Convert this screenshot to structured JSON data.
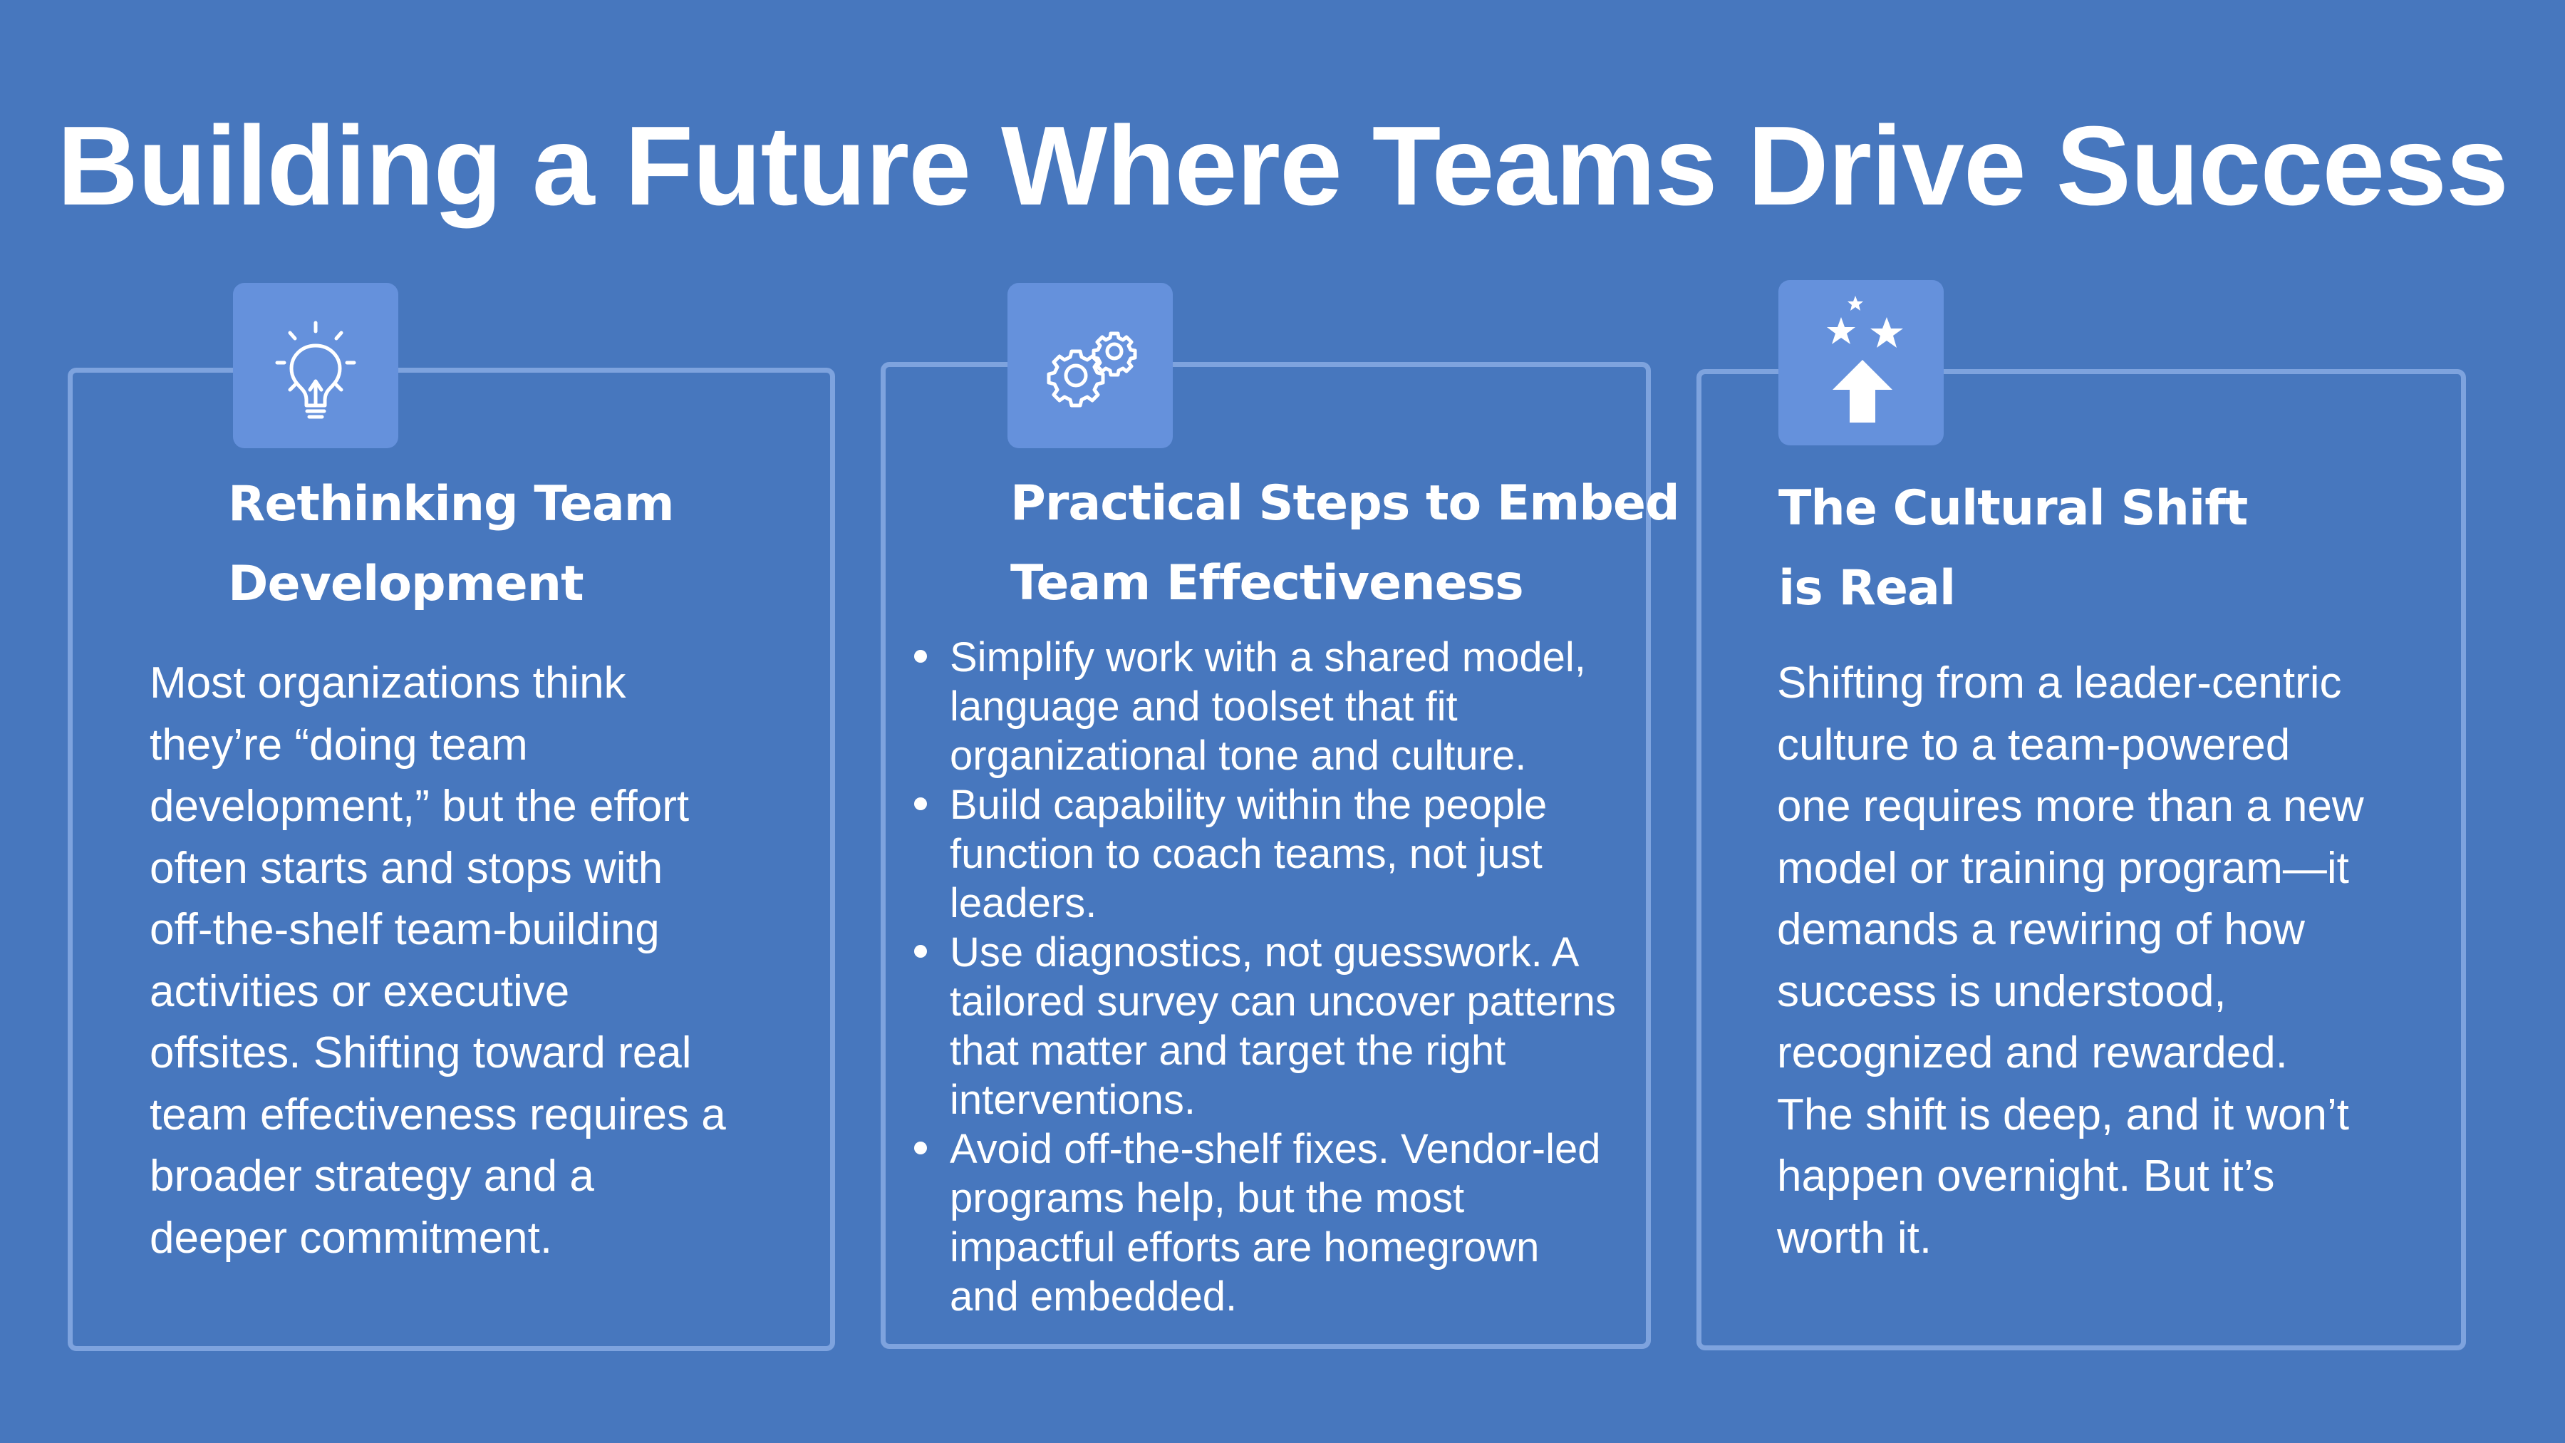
{
  "title": "Building a Future Where Teams Drive Success",
  "colors": {
    "background": "#4777be",
    "card_border": "#7ea3de",
    "icon_box": "#6591dc",
    "text": "#ffffff"
  },
  "cards": [
    {
      "icon": "lightbulb-icon",
      "title_lines": [
        "Rethinking Team",
        "Development"
      ],
      "body_lines": [
        "Most organizations think",
        "they’re “doing team",
        "development,” but the effort",
        "often starts and stops with",
        "off-the-shelf team-building",
        "activities or executive",
        "offsites. Shifting toward real",
        "team effectiveness requires a",
        "broader strategy and a",
        "deeper commitment."
      ]
    },
    {
      "icon": "gears-icon",
      "title_lines": [
        "Practical Steps to Embed",
        "Team Effectiveness"
      ],
      "bullets": [
        [
          "Simplify work with a shared model,",
          "language and toolset that fit",
          "organizational tone and culture."
        ],
        [
          "Build capability within the people",
          "function to coach teams, not just",
          "leaders."
        ],
        [
          "Use diagnostics, not guesswork. A",
          "tailored survey can uncover patterns",
          "that matter and target the right",
          "interventions."
        ],
        [
          "Avoid off-the-shelf fixes. Vendor-led",
          "programs help, but the most",
          "impactful efforts are homegrown",
          "and embedded."
        ]
      ]
    },
    {
      "icon": "stars-arrow-up-icon",
      "title_lines": [
        "The Cultural Shift",
        "is Real"
      ],
      "body_lines": [
        "Shifting from a leader-centric",
        "culture to a team-powered",
        "one requires more than a new",
        "model or training program—it",
        "demands a rewiring of how",
        "success is understood,",
        "recognized and rewarded.",
        "The shift is deep, and it won’t",
        "happen overnight. But it’s",
        "worth it."
      ]
    }
  ]
}
